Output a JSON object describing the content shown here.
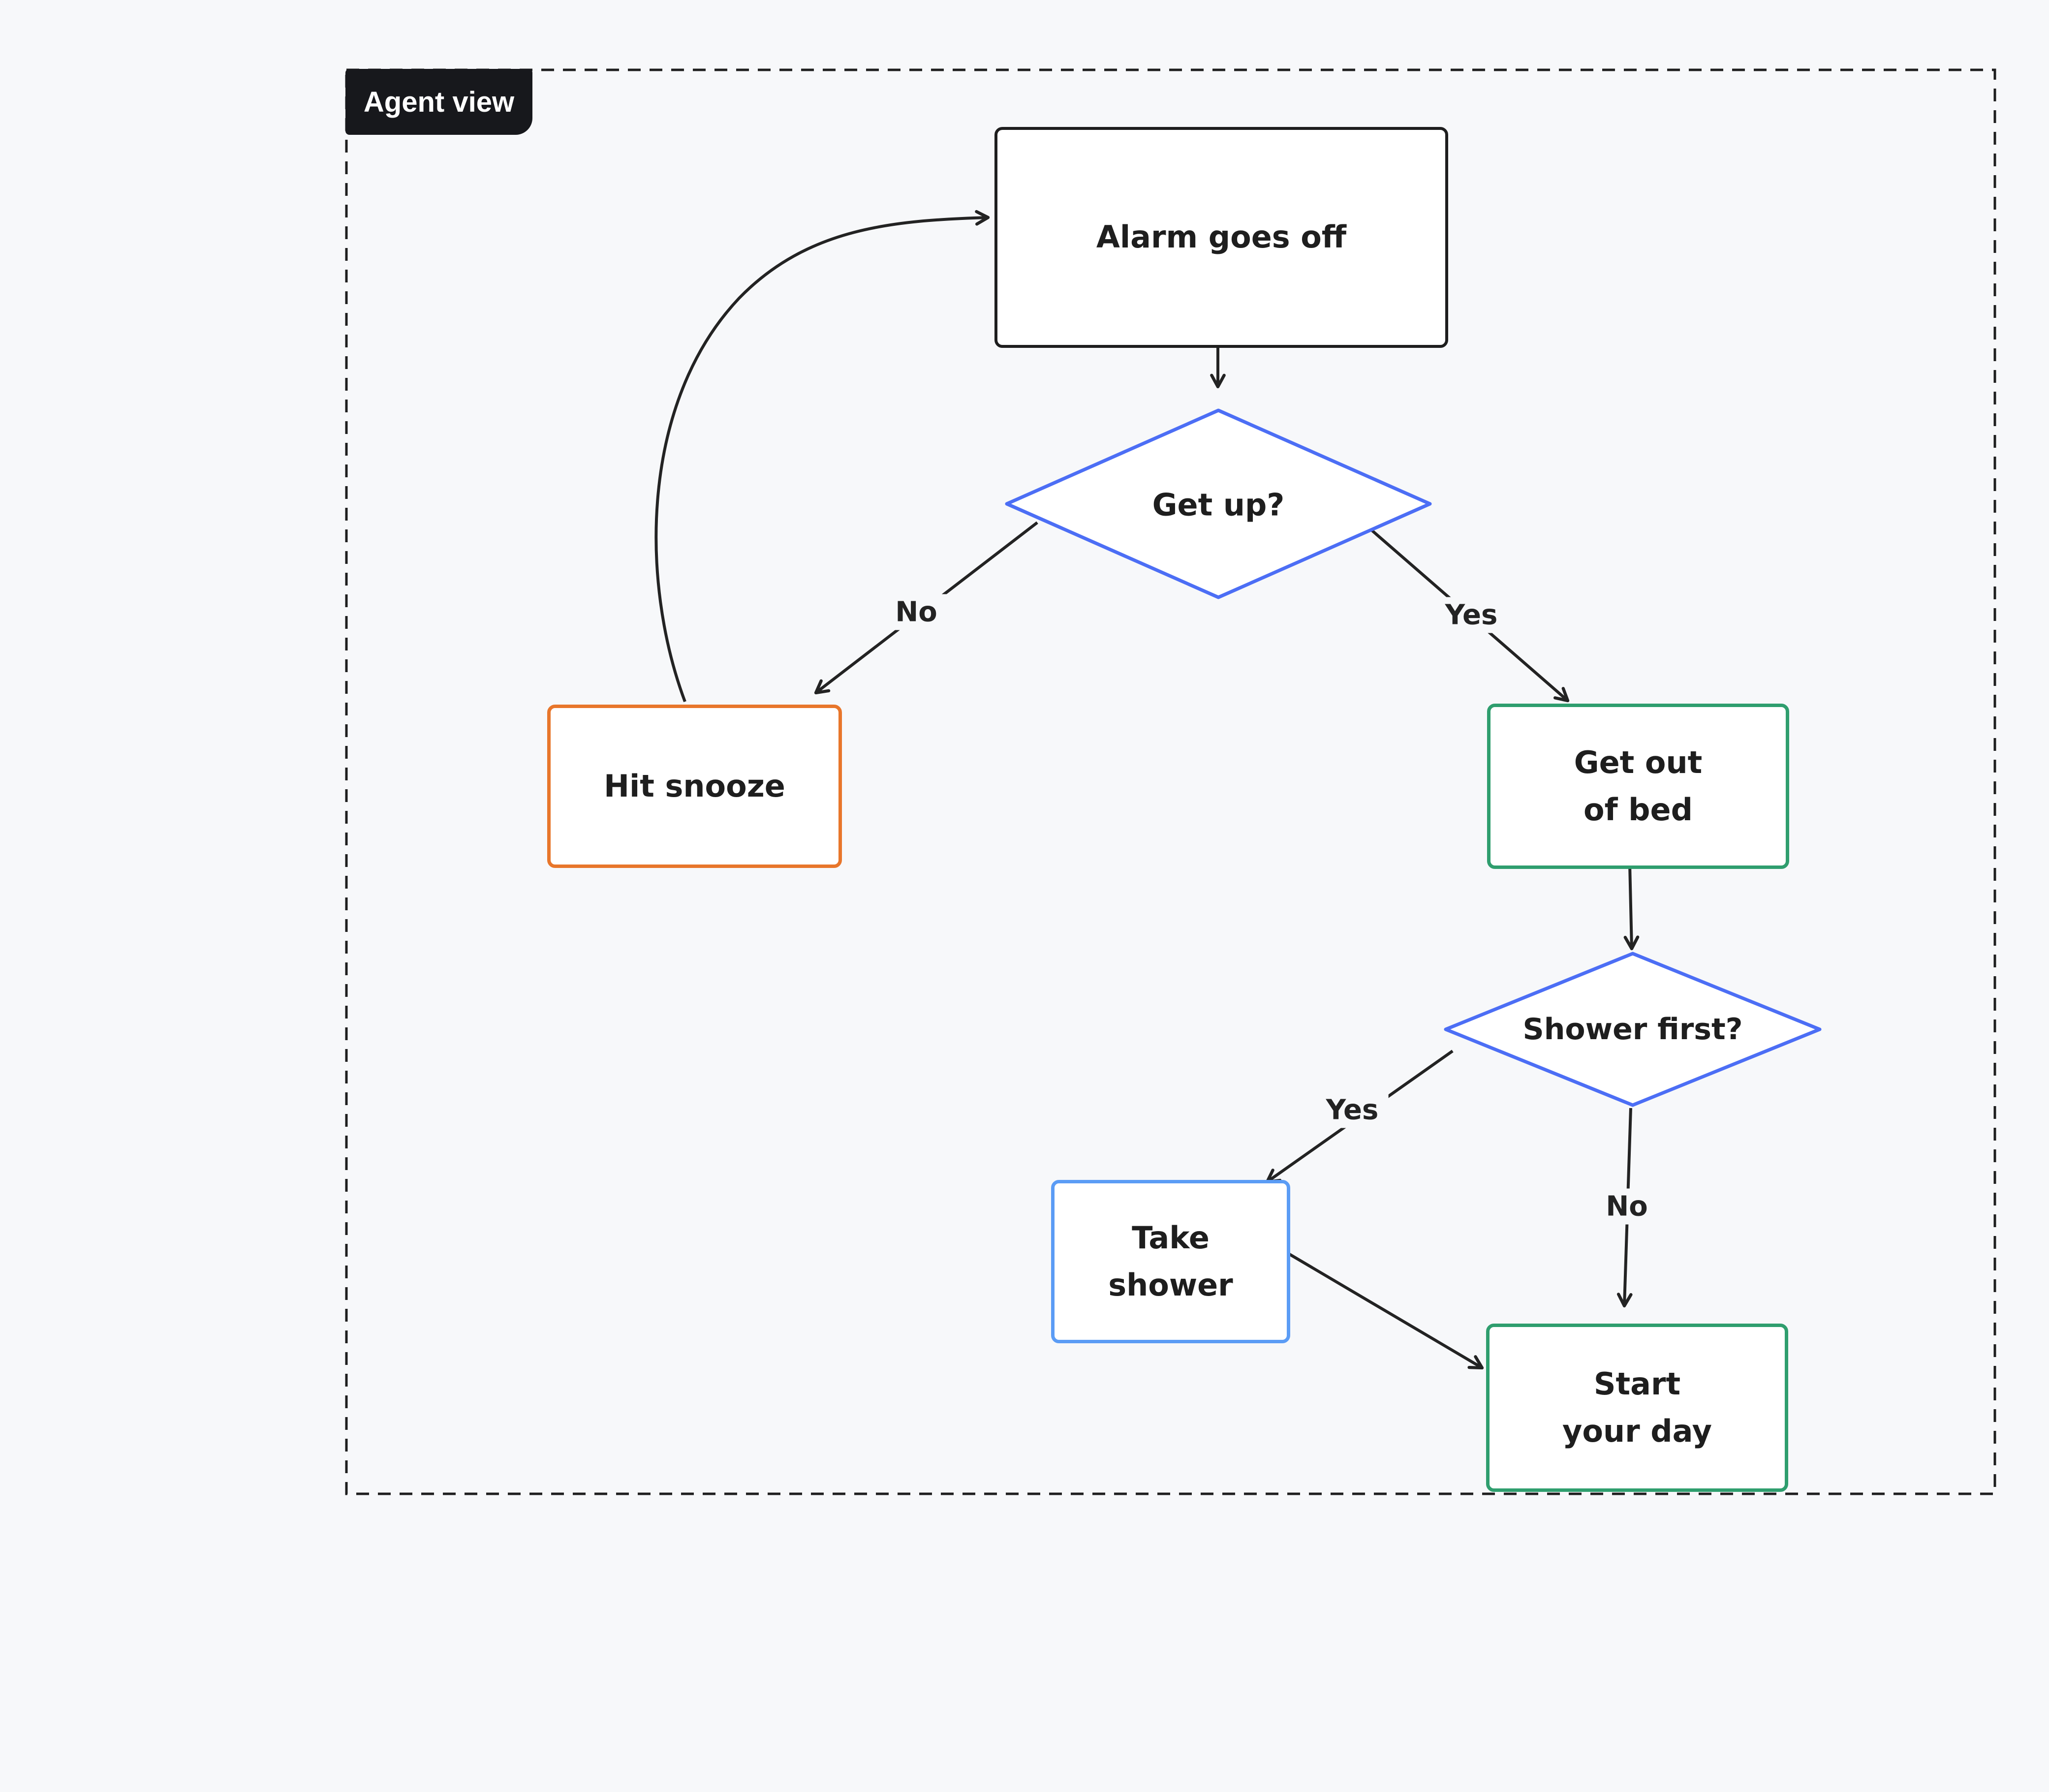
{
  "frame": {
    "label": "Agent view"
  },
  "colors": {
    "background": "#f7f8fa",
    "ink": "#232323",
    "node_black": "#1e1e1e",
    "decision_blue": "#4c6ef5",
    "orange": "#e8762b",
    "green": "#2f9e6e",
    "light_blue": "#5b9cf5",
    "tag_bg": "#17181c",
    "tag_text": "#ffffff"
  },
  "nodes": {
    "alarm": {
      "label": "Alarm goes off",
      "shape": "rectangle",
      "border": "black"
    },
    "get_up": {
      "label": "Get up?",
      "shape": "diamond",
      "border": "blue"
    },
    "hit_snooze": {
      "label": "Hit snooze",
      "shape": "rectangle",
      "border": "orange"
    },
    "get_out_of_bed": {
      "label": "Get out of bed",
      "shape": "rectangle",
      "border": "green"
    },
    "shower_first": {
      "label": "Shower first?",
      "shape": "diamond",
      "border": "blue"
    },
    "take_shower": {
      "label": "Take shower",
      "shape": "rectangle",
      "border": "light_blue"
    },
    "start_your_day": {
      "label": "Start your day",
      "shape": "rectangle",
      "border": "green"
    }
  },
  "edge_labels": {
    "get_up_no": "No",
    "get_up_yes": "Yes",
    "shower_yes": "Yes",
    "shower_no": "No"
  }
}
